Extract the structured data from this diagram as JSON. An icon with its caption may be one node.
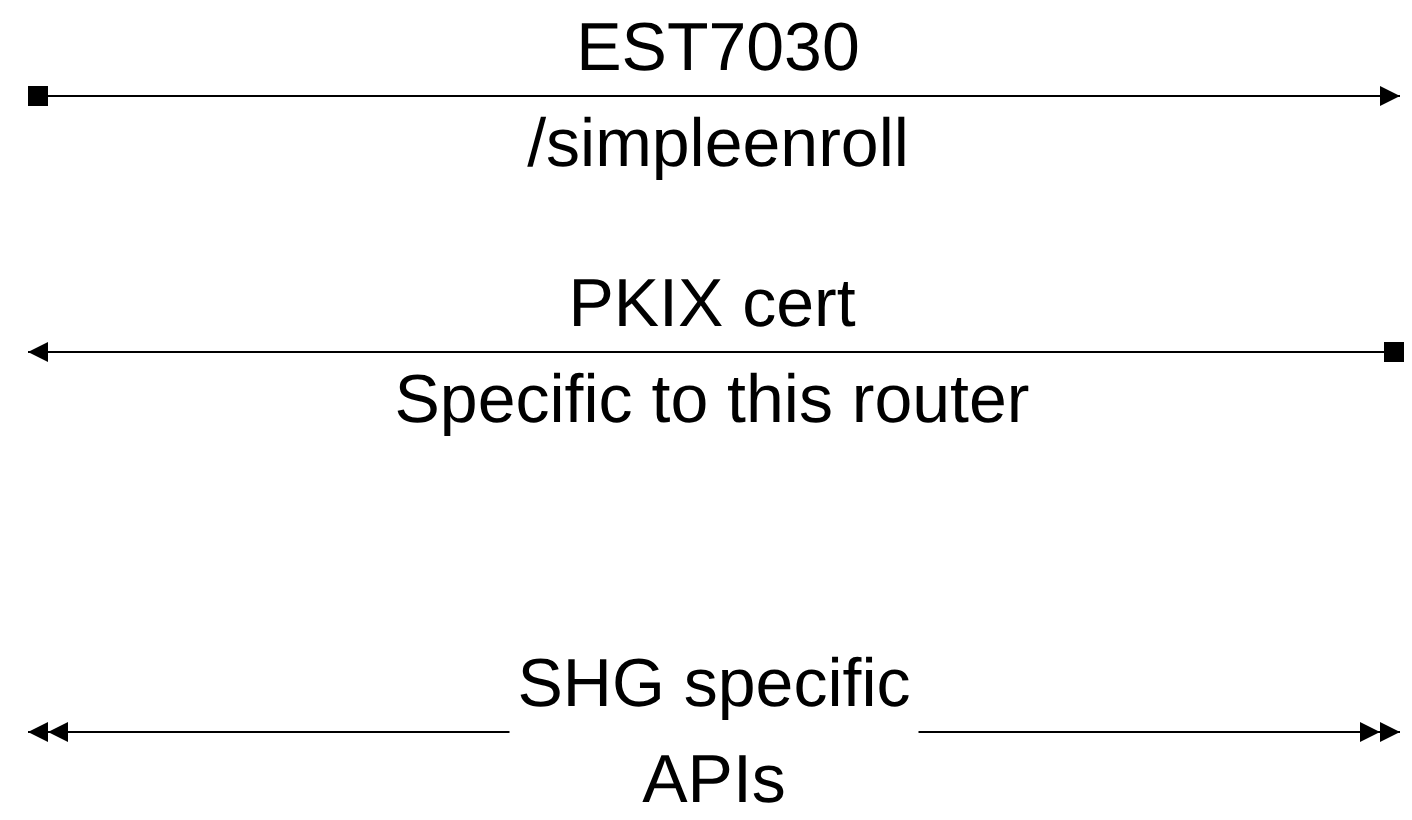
{
  "diagram": {
    "nodes": [
      {
        "text": [],
        "shape": "box"
      },
      {
        "text": [],
        "shape": "box"
      },
      {
        "text": [
          "SHG specific APIs"
        ]
      }
    ],
    "edges": [
      {
        "from": 0,
        "to": null,
        "arrow": "to",
        "label": "EST7030 /simpleenroll"
      },
      {
        "from": 1,
        "to": null,
        "arrow": "to",
        "label": "PKIX cert Specific to this router"
      },
      {
        "from": 2,
        "to": null,
        "arrow": "to"
      },
      {
        "from": 2,
        "to": null,
        "arrow": "to"
      }
    ]
  }
}
